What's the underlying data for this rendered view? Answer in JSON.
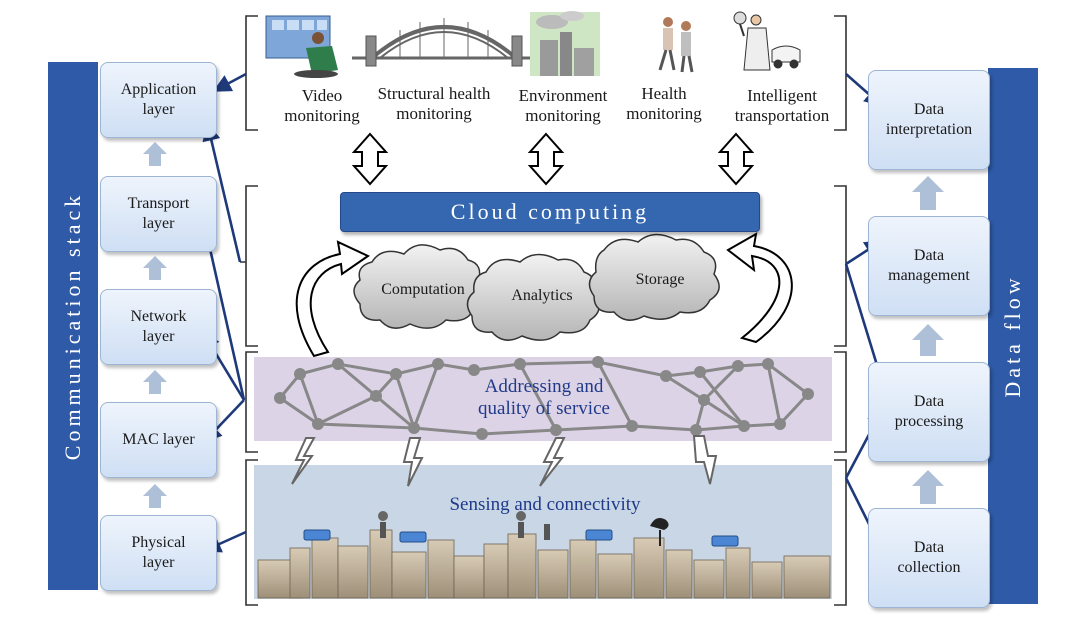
{
  "applications": {
    "video": "Video\nmonitoring",
    "structural": "Structural health\nmonitoring",
    "environment": "Environment\nmonitoring",
    "health": "Health\nmonitoring",
    "transport": "Intelligent\ntransportation"
  },
  "cloud": {
    "title": "Cloud computing",
    "computation": "Computation",
    "analytics": "Analytics",
    "storage": "Storage"
  },
  "network_label": "Addressing and\nquality of service",
  "sensing_label": "Sensing and connectivity",
  "communication_stack": {
    "title": "Communication stack",
    "layers": [
      "Application\nlayer",
      "Transport\nlayer",
      "Network\nlayer",
      "MAC layer",
      "Physical\nlayer"
    ]
  },
  "data_flow": {
    "title": "Data flow",
    "stages": [
      "Data\ninterpretation",
      "Data\nmanagement",
      "Data\nprocessing",
      "Data\ncollection"
    ]
  },
  "colors": {
    "bar_blue": "#2e5aa7",
    "cloud_bar": "#3566b0",
    "network_band": "#ddd3e6",
    "sensing_band": "#c8d6e6",
    "arrow_navy": "#1f3a7a",
    "box_gradient_top": "#eef4fc",
    "box_gradient_bottom": "#cfdff4"
  }
}
